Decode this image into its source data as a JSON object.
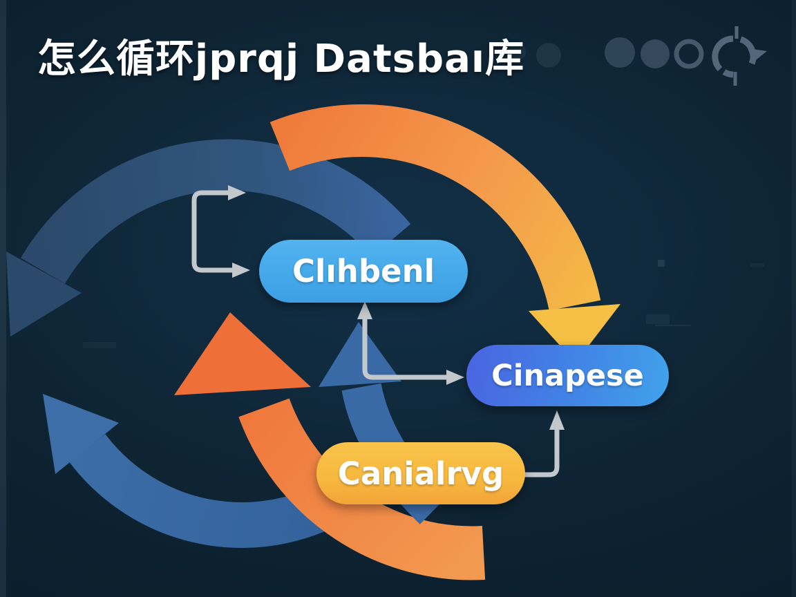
{
  "title": "怎么循环jprqj Datsbaı库",
  "nodes": [
    {
      "id": "clihbenl",
      "label": "Clıhbenl",
      "color": "#44a8e9"
    },
    {
      "id": "cinapese",
      "label": "Cinapese",
      "color_left": "#4a64e0",
      "color_right": "#41a2ea"
    },
    {
      "id": "canialrvg",
      "label": "Canialrvg",
      "color": "#f7b83e"
    }
  ],
  "header_icons": [
    {
      "name": "dot-faint-icon"
    },
    {
      "name": "dot-faint-icon"
    },
    {
      "name": "dot-filled-icon"
    },
    {
      "name": "dot-filled-icon"
    },
    {
      "name": "circle-outline-icon"
    },
    {
      "name": "refresh-cycle-icon"
    }
  ],
  "colors": {
    "background": "#0e2433",
    "arc_dark_blue": "#2b4a6b",
    "arc_medium_blue": "#3a69a2",
    "arc_orange": "#f07c3d",
    "arc_yellow": "#f5c044",
    "connector_gray": "#c3c8cc",
    "title_text": "#ffffff",
    "pill_text": "#ffffff",
    "header_icon_gray": "#4e6577"
  }
}
